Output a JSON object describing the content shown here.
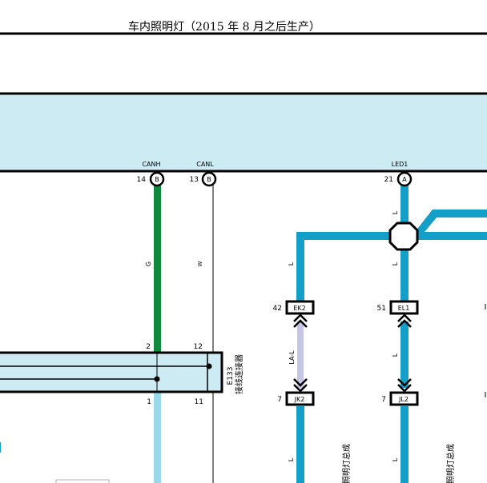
{
  "title": "车内照明灯（2015 年 8 月之后生产）",
  "ecu": {
    "pins": [
      {
        "label": "CANH",
        "num": "14",
        "term": "B"
      },
      {
        "label": "CANL",
        "num": "13",
        "term": "B"
      },
      {
        "label": "LED1",
        "num": "21",
        "term": "A"
      }
    ]
  },
  "wires": {
    "canh_color": "G",
    "canl_color": "W",
    "led_color_a": "L",
    "led_color_b": "L",
    "led_color_c": "L",
    "led_color_d": "L",
    "led_color_e": "L",
    "led_color_f": "L",
    "la_label": "LA-L"
  },
  "connectors": {
    "ek2": {
      "num": "42",
      "name": "EK2"
    },
    "el1": {
      "num": "51",
      "name": "EL1"
    },
    "jk2": {
      "num": "7",
      "name": "JK2"
    },
    "jl2": {
      "num": "7",
      "name": "JL2"
    }
  },
  "junction": {
    "id": "E133",
    "name": "接线连接器",
    "pin_top_left": "2",
    "pin_top_right": "12",
    "pin_bottom_left": "1",
    "pin_bottom_right": "11"
  },
  "side_labels": {
    "lamp_a": "照明灯总成",
    "lamp_b": "照明灯总成"
  },
  "colors": {
    "ecu_fill": "#cdebf3",
    "wire_blue": "#139fc7",
    "wire_green": "#0f8a3c",
    "wire_lightblue": "#9bd8ea",
    "wire_lavender": "#c8c4e6"
  }
}
